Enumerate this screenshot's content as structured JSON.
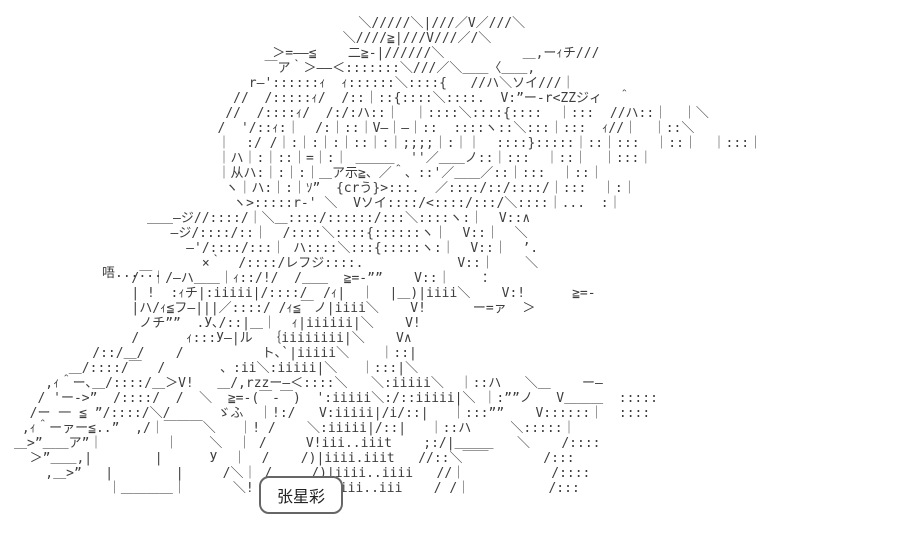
{
  "page": {
    "background": "#ffffff",
    "art_color": "#3d3d3d",
    "box_border_color": "#666666"
  },
  "speech": {
    "label": "唔......"
  },
  "name_box": {
    "label": "张星彩"
  },
  "ascii_art": {
    "lines": [
      "                                            ＼/////＼|///／V／///＼",
      "                                          ＼////≧|///V///／/＼",
      "                                 ＞=――≦    二≧-|//////＼          ＿,ーｨチ///",
      "                                ￣ア｀＞――＜:::::::＼///／＼＿＿〈＿＿,",
      "                              r―'::::::ｨ  ｨ::::::＼::::{   //ハ＼ソイ///｜",
      "                            //  /:::::ｨ/  /::｜::{::::＼::::.  V:”ー-r<ZZジィ  ＾",
      "                           //  /::::ｨ/  /:/:ハ::｜  ｜::::＼::::{::::  ｜:::  //ハ::｜  ｜＼",
      "                          /  '/::ｨ:｜  /:｜::｜V―｜―｜::  ::::ヽ::＼:::｜:::  ｨ//｜  ｜::＼",
      "                          ｜  :/ /｜:｜:｜:｜::｜:｜;;;;｜:｜｜  ::::}:::::｜::｜:::  ｜::｜  ｜:::｜",
      "                          ｜ハ｜:｜::｜=｜:｜ ＿＿＿  ''／＿＿ノ::｜:::  ｜::｜  ｜:::｜",
      "                          ｜从ハ:｜:｜:｜＿ア示≧、／＾、::'／＿＿／::｜:::  ｜::｜",
      "                           ヽ｜ハ:｜:｜ｿ”  {crう}>:::.  ／::::/::/::::/｜:::  ｜:｜",
      "                            ヽ>:::::r-' ＼  Vソイ::::/<::::/:::/＼::::｜...  :｜",
      "                 ＿＿―ジ//::::/｜＼＿::::/::::::/:::＼::::ヽ:｜  V::∧",
      "                    ―ジ/::::/::｜  /::::＼::::{::::::ヽ｜  V::｜  ＼",
      "                      ―'/::::/:::｜ ハ::::＼:::{:::::ヽ:｜  V::｜  ’.",
      "                        ×｀  /::::/レフジ::::.            V::｜    ＼",
      "               /￣｜/―ハ＿＿｜ｨ::/!/  /＿＿  ≧=-””    V::｜    ：",
      "               | !  :ｨチ|:iiiii|/::::/  /ｨ|  ｜  |＿)|iiii＼    V:!      ≧=-",
      "               |ハ/ｨ≦フ―|||／::::/ /ｨ≦￣ノ|iiii＼    V!      ー=ァ  ＞",
      "                ノチ””  .У､/::|＿｜  ｨ|iiiiii|＼    V!",
      "               /      ｨ:::У―|ル  ｛iiiiiiii|＼    V∧",
      "          /::/＿/    /          ト､`|iiiii＼    ｜::|",
      "       ＿/::::/￣  /       、:ii＼:iiiii|＼   ｜:::|＼",
      "    ,ｨ＾ー､＿/::::/＿＞V!   ＿/,rzzー―＜::::＼   ＼:iiiii＼  ｜::ハ   ＼＿    ー―",
      "   / 'ー->”  /::::/  /  ＼  ≧=-(￣-￣)  ':iiiii＼:/::iiiii|＼ ｜:””ノ   V＿＿＿  :::::",
      "  /ー 一 ≦ ”/::::/＼/      ゞふ  ｜!:/   V:iiiii|/i/::|   ｜:::””    V::::::｜  ::::",
      " ,ｨ＾ーァー≦..”  ,/｜￣￣￣＼   ｜! /    ＼:iiiii|/::|   ｜::ハ     ＼:::::｜",
      "＿>”＿＿ア”｜        ｜    ＼  ｜ /     V!iii..iiit    ;:/|＿＿＿   ＼    /::::",
      "  ＞”＿＿,|        |      У  ｜  /    /)|iiii.iiit   //::＼￣￣       /:::",
      "    ,＿>”   |        |     /＼｜ /     /)|iiii..iiii   //｜           /::::",
      "            ｜＿＿＿＿｜      ＼!      /  )|iii..iii    / /｜          /:::"
    ]
  }
}
